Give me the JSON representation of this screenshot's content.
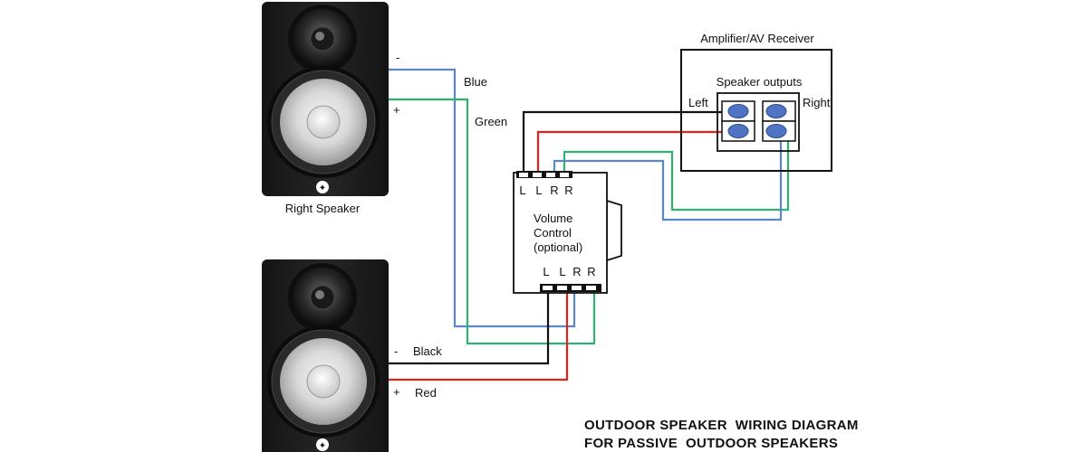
{
  "amplifier": {
    "title": "Amplifier/AV Receiver",
    "outputs_label": "Speaker outputs",
    "left_label": "Left",
    "right_label": "Right"
  },
  "right_speaker": {
    "caption": "Right Speaker",
    "minus": "-",
    "plus": "+",
    "logo_glyph": "✦"
  },
  "left_speaker": {
    "minus": "-",
    "plus": "+",
    "logo_glyph": "✦"
  },
  "wires": {
    "blue": "Blue",
    "green": "Green",
    "black": "Black",
    "red": "Red"
  },
  "volume_control": {
    "line1": "Volume",
    "line2": "Control",
    "line3": "(optional)",
    "top_terminals": [
      "L",
      "L",
      "R",
      "R"
    ],
    "bottom_terminals": [
      "L",
      "L",
      "R",
      "R"
    ]
  },
  "diagram_title": {
    "line1": "OUTDOOR SPEAKER  WIRING DIAGRAM",
    "line2": "FOR PASSIVE  OUTDOOR SPEAKERS"
  },
  "colors": {
    "blue_wire": "#5b86c9",
    "green_wire": "#2db36f",
    "red_wire": "#e2231a",
    "black_wire": "#111111",
    "terminal_fill": "#4f74c4",
    "speaker_body": "#1d1d1d"
  }
}
